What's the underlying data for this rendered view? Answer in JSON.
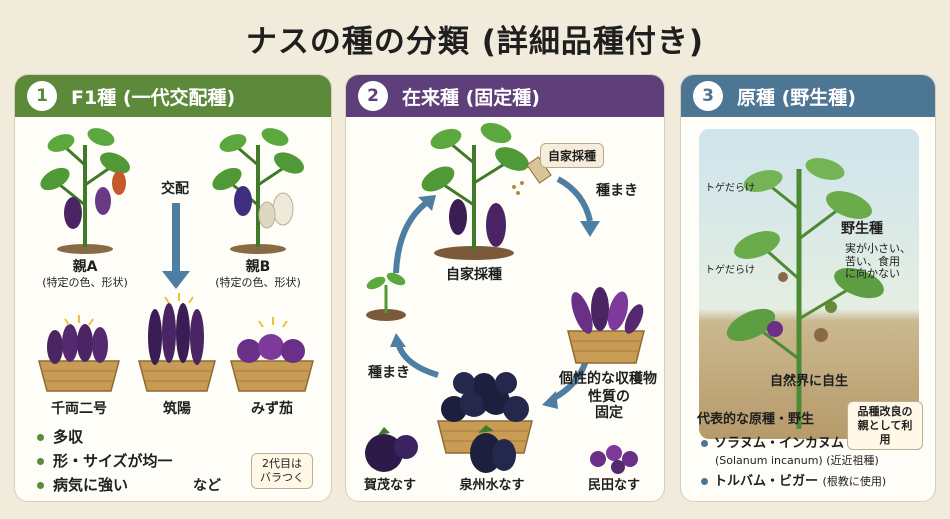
{
  "title": "ナスの種の分類 (詳細品種付き)",
  "panels": [
    {
      "number": "1",
      "heading": "F1種 (一代交配種)",
      "parent_a": "親A",
      "parent_a_note": "(特定の色、形状)",
      "parent_b": "親B",
      "parent_b_note": "(特定の色、形状)",
      "cross_label": "交配",
      "varieties": [
        "千両二号",
        "筑陽",
        "みず茄"
      ],
      "features": [
        "多収",
        "形・サイズが均一",
        "病気に強い"
      ],
      "features_suffix": "など",
      "note": "2代目は\nバラつく"
    },
    {
      "number": "2",
      "heading": "在来種 (固定種)",
      "self_seed_tag": "自家採種",
      "sowing_label_top": "種まき",
      "center_label": "自家採種",
      "harvest_label": "個性的な収穫物",
      "fixation_label": "性質の\n固定",
      "sowing_label_left": "種まき",
      "varieties": [
        "賀茂なす",
        "泉州水なす",
        "民田なす"
      ]
    },
    {
      "number": "3",
      "heading": "原種 (野生種)",
      "thorns_label_top": "トゲだらけ",
      "thorns_label_mid": "トゲだらけ",
      "wild_label": "野生種",
      "wild_desc": "実が小さい、\n苦い、食用\nに向かない",
      "habitat": "自然界に自生",
      "examples_title": "代表的な原種・野生",
      "note": "品種改良の\n親として利用",
      "examples": [
        {
          "name": "ソラヌム・インカヌム",
          "detail": "(Solanum incanum) (近近祖種)"
        },
        {
          "name": "トルバム・ビガー",
          "detail": "(根教に使用)"
        }
      ]
    }
  ],
  "colors": {
    "panel1": "#5c8a3a",
    "panel2": "#5e3f79",
    "panel3": "#4d7594",
    "eggplant": "#4b2463",
    "arrow": "#4f7ea3"
  }
}
